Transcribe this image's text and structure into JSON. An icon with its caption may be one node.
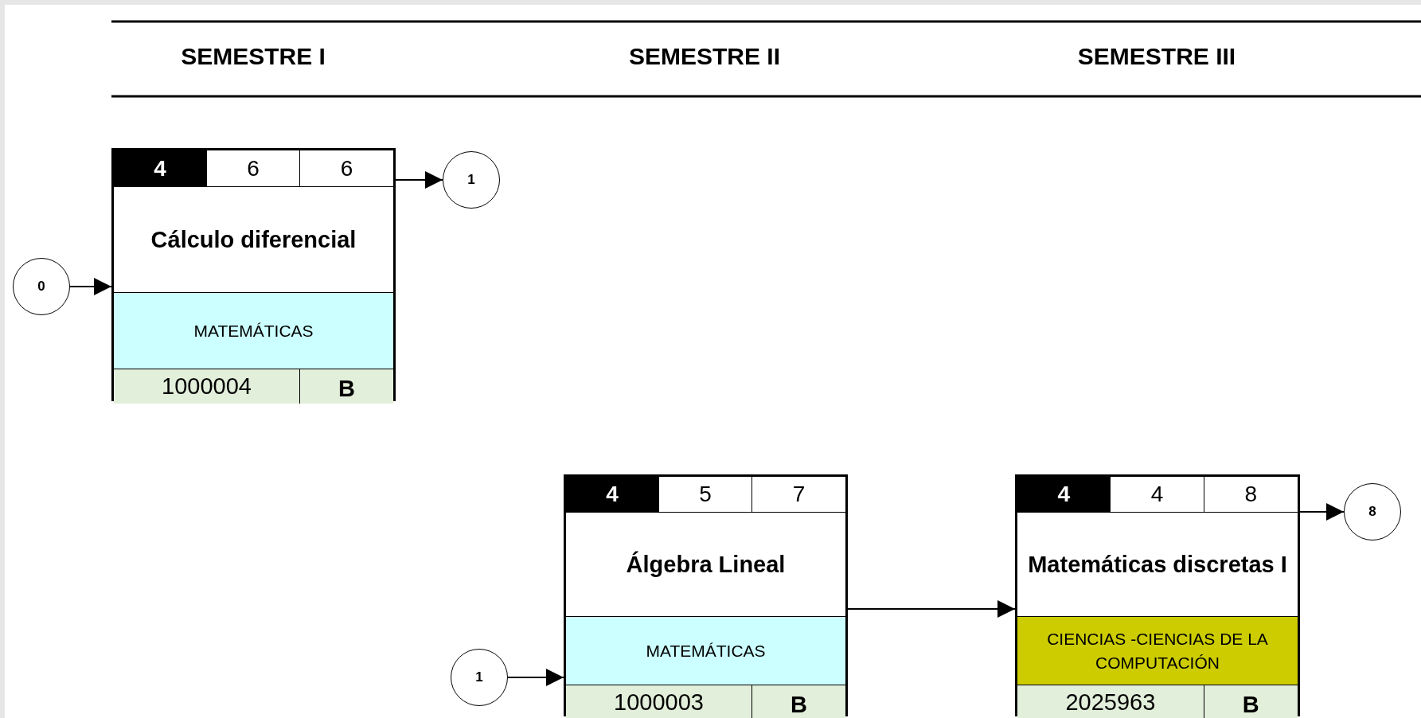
{
  "diagram": {
    "nodes": [
      {
        "text": [
          "4",
          "6",
          "6",
          "Cálculo diferencial",
          "MATEMÁTICAS",
          "1000004",
          "B"
        ]
      },
      {
        "text": [
          "0"
        ]
      },
      {
        "text": [
          "1"
        ]
      },
      {
        "text": [
          "1"
        ]
      },
      {
        "text": [
          "4",
          "5",
          "7",
          "Álgebra Lineal",
          "MATEMÁTICAS",
          "1000003",
          "B"
        ]
      },
      {
        "text": [
          "4",
          "4",
          "8",
          "Matemáticas discretas I",
          "CIENCIAS  -CIENCIAS DE LA COMPUTACIÓN",
          "2025963",
          "B"
        ]
      },
      {
        "text": [
          "8"
        ]
      }
    ],
    "edges": [
      {
        "from": 1,
        "to": 0,
        "arrow": "to"
      },
      {
        "from": 0,
        "to": 2,
        "arrow": "to"
      },
      {
        "from": 3,
        "to": 4,
        "arrow": "to"
      },
      {
        "from": 4,
        "to": 5,
        "arrow": "to"
      },
      {
        "from": 5,
        "to": 6,
        "arrow": "to"
      }
    ],
    "labels": [
      "SEMESTRE I",
      "SEMESTRE II",
      "SEMESTRE III"
    ]
  }
}
